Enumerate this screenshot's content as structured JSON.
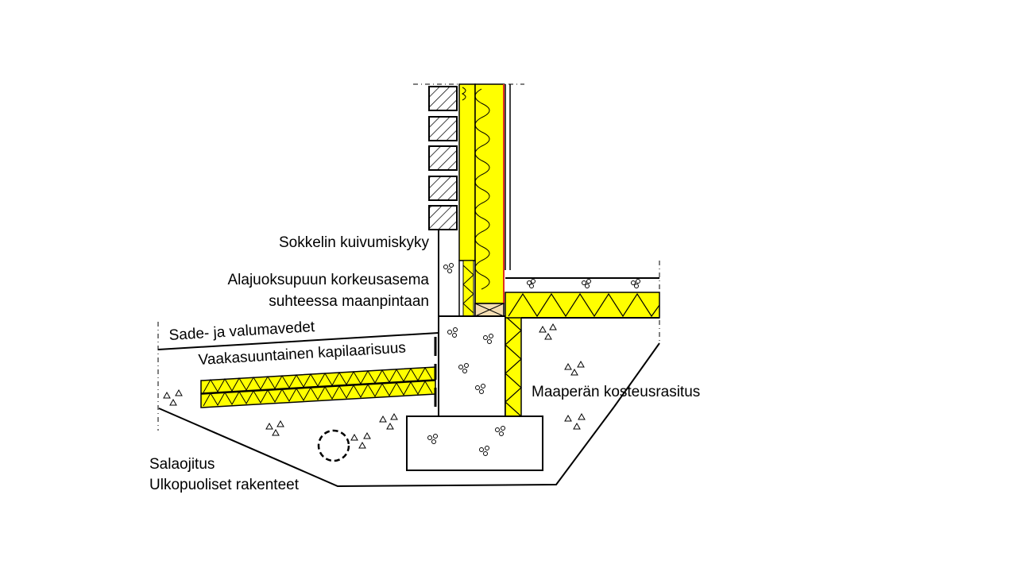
{
  "labels": {
    "sokkelin": "Sokkelin kuivumiskyky",
    "alajuoksu1": "Alajuoksupuun korkeusasema",
    "alajuoksu2": "suhteessa maanpintaan",
    "sade": "Sade- ja valumavedet",
    "vaaka": "Vaakasuuntainen kapilaarisuus",
    "maapera": "Maaperän kosteusrasitus",
    "salaojitus": "Salaojitus",
    "ulkopuoliset": "Ulkopuoliset rakenteet"
  },
  "colors": {
    "insulation": "#ffff00",
    "sill_plate": "#f5deb3",
    "vapour_barrier": "#e03020",
    "line": "#000000"
  }
}
